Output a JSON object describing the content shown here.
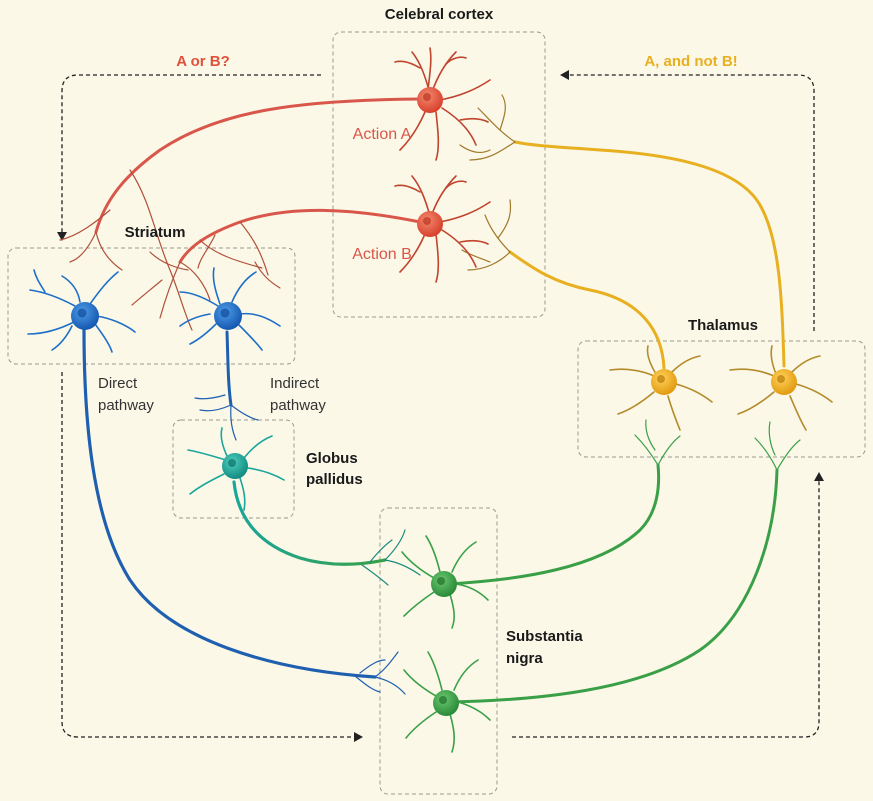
{
  "labels": {
    "cortex": "Celebral cortex",
    "question": "A or B?",
    "answer": "A, and not B!",
    "action_a": "Action A",
    "action_b": "Action B",
    "striatum": "Striatum",
    "thalamus": "Thalamus",
    "direct_1": "Direct",
    "direct_2": "pathway",
    "indirect_1": "Indirect",
    "indirect_2": "pathway",
    "globus_1": "Globus",
    "globus_2": "pallidus",
    "nigra_1": "Substantia",
    "nigra_2": "nigra"
  },
  "colors": {
    "cortex_neuron": "#e0503a",
    "cortex_axon": "#d9574a",
    "question": "#e0503a",
    "answer": "#e8b020",
    "striatum_neuron": "#1f6fc6",
    "globus_neuron": "#1aa69a",
    "nigra_neuron": "#3aa048",
    "thalamus_neuron": "#f2b31e",
    "terminal_brown": "#a0642a"
  }
}
